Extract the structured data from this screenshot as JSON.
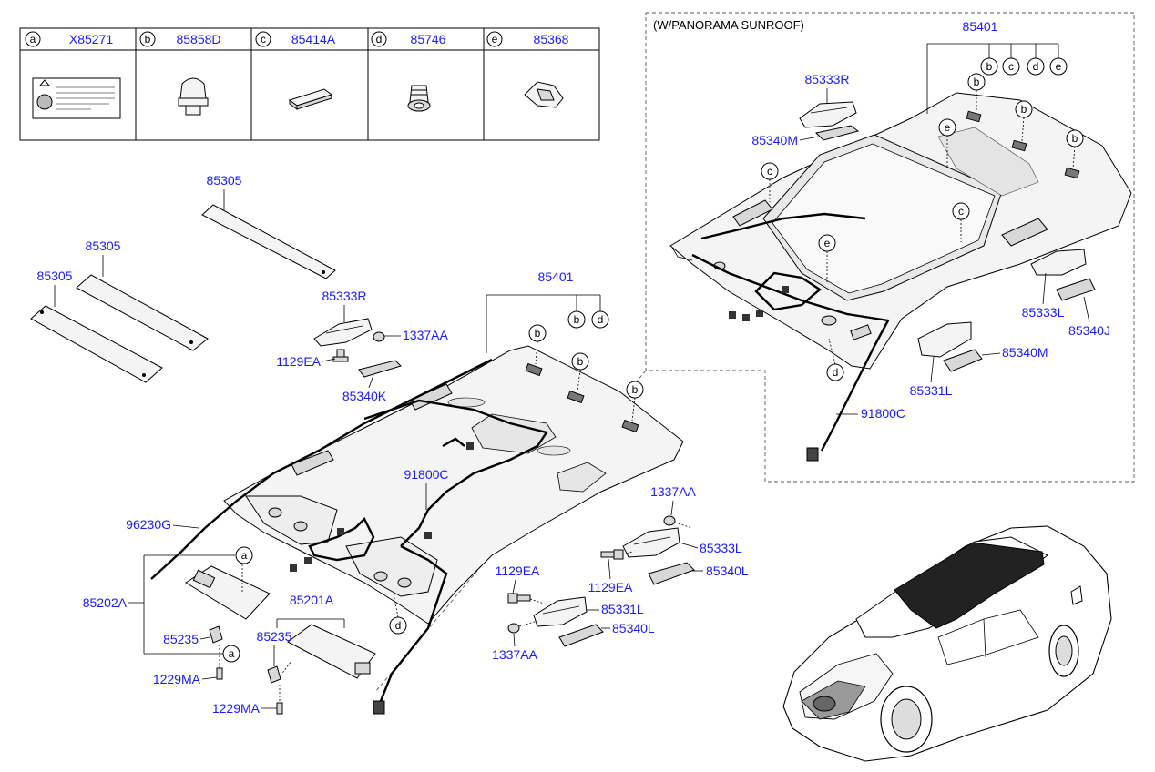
{
  "legend_table": {
    "columns": [
      {
        "letter": "a",
        "part": "X85271",
        "icon": "warning-label-icon"
      },
      {
        "letter": "b",
        "part": "85858D",
        "icon": "clip-icon"
      },
      {
        "letter": "c",
        "part": "85414A",
        "icon": "pad-icon"
      },
      {
        "letter": "d",
        "part": "85746",
        "icon": "fastener-icon"
      },
      {
        "letter": "e",
        "part": "85368",
        "icon": "bracket-clip-icon"
      }
    ]
  },
  "sunroof_box": {
    "title": "(W/PANORAMA SUNROOF)",
    "headliner": "85401",
    "headliner_callouts": [
      "b",
      "c",
      "d",
      "e"
    ],
    "handle_bracket_r": "85333R",
    "handle_r": "85340M",
    "handle_bracket_l": "85333L",
    "handle_l": "85340J",
    "bracket_l": "85331L",
    "handle_l2": "85340M",
    "wire": "91800C",
    "on_part_callouts": [
      "b",
      "b",
      "b",
      "c",
      "c",
      "e",
      "e",
      "d"
    ]
  },
  "main": {
    "pad_1": "85305",
    "pad_2": "85305",
    "pad_3": "85305",
    "headliner": "85401",
    "headliner_callouts": [
      "b",
      "d"
    ],
    "on_part_callouts": [
      "b",
      "b",
      "b",
      "d"
    ],
    "handle_bracket_r": "85333R",
    "nut_r": "1337AA",
    "bolt_r": "1129EA",
    "handle_r": "85340K",
    "wire": "91800C",
    "harness": "96230G",
    "visor_assy_l": "85202A",
    "visor_callouts": [
      "a",
      "a"
    ],
    "visor_clip_l": "85235",
    "screw_l": "1229MA",
    "visor_r": "85201A",
    "visor_clip_r": "85235",
    "screw_r": "1229MA",
    "nut_l_top": "1337AA",
    "bracket_l_top": "85333L",
    "bolt_l_top": "1129EA",
    "handle_l_top": "85340L",
    "bolt_l_low": "1129EA",
    "bracket_l_low": "85331L",
    "handle_l_low": "85340L",
    "nut_l_low": "1337AA"
  }
}
